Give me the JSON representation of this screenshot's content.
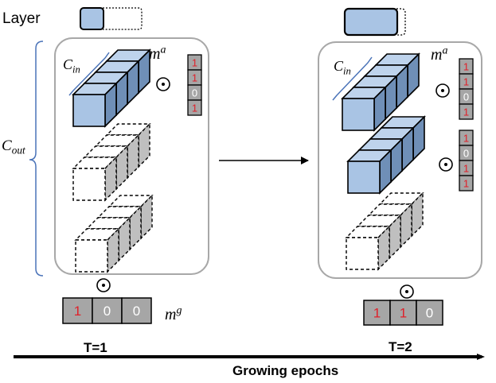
{
  "legend": {
    "label": "Layer"
  },
  "left": {
    "cout_label": "C_out",
    "cin_label": "C_in",
    "ma_label": "m^a",
    "mg_label": "m^g",
    "odot": "⊙",
    "ma_bits": [
      "1",
      "1",
      "0",
      "1"
    ],
    "mg_bits": [
      "1",
      "0",
      "0"
    ],
    "t_label": "T=1"
  },
  "right": {
    "cin_label": "C_in",
    "ma_label": "m^a",
    "odot": "⊙",
    "ma_bits_1": [
      "1",
      "1",
      "0",
      "1"
    ],
    "ma_bits_2": [
      "1",
      "0",
      "1",
      "1"
    ],
    "mg_bits": [
      "1",
      "1",
      "0"
    ],
    "t_label": "T=2"
  },
  "axis": {
    "label": "Growing epochs"
  },
  "colors": {
    "blue_front": "#a9c4e4",
    "blue_top": "#bed3ec",
    "blue_side": "#6f8fb7",
    "gray_cell": "#a6a6a6",
    "bit_red": "#e0202a",
    "bit_white": "#ffffff",
    "bracket_blue": "#4a73b8"
  }
}
